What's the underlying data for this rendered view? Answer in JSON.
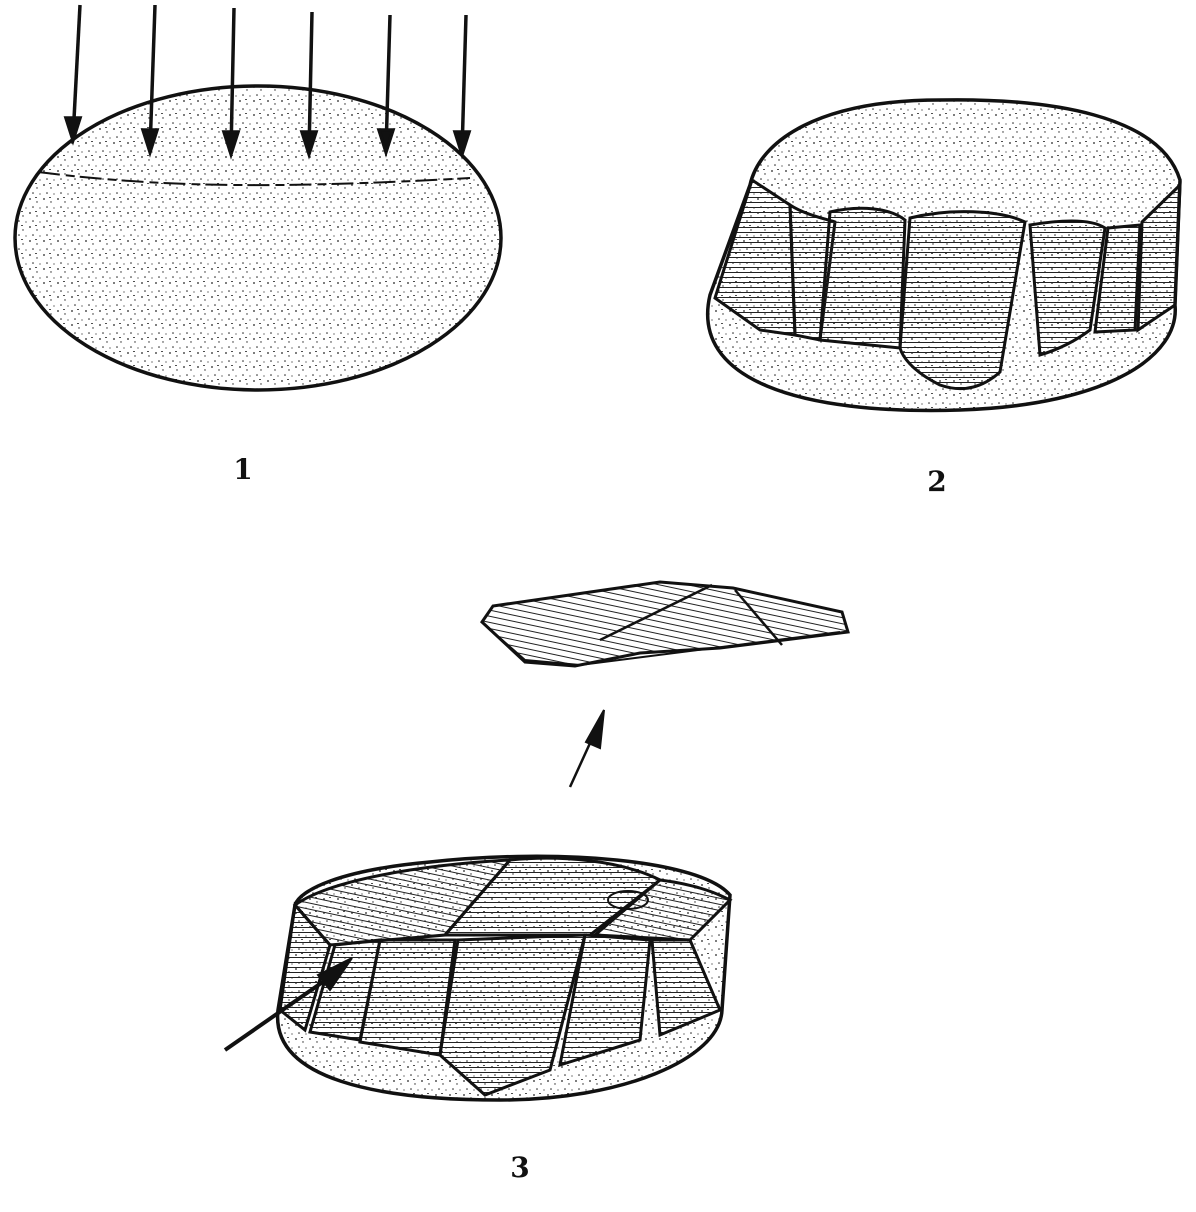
{
  "labels": {
    "stage_1": "1",
    "stage_2": "2",
    "stage_3": "3"
  },
  "colors": {
    "ink": "#111111",
    "paper": "#ffffff"
  }
}
